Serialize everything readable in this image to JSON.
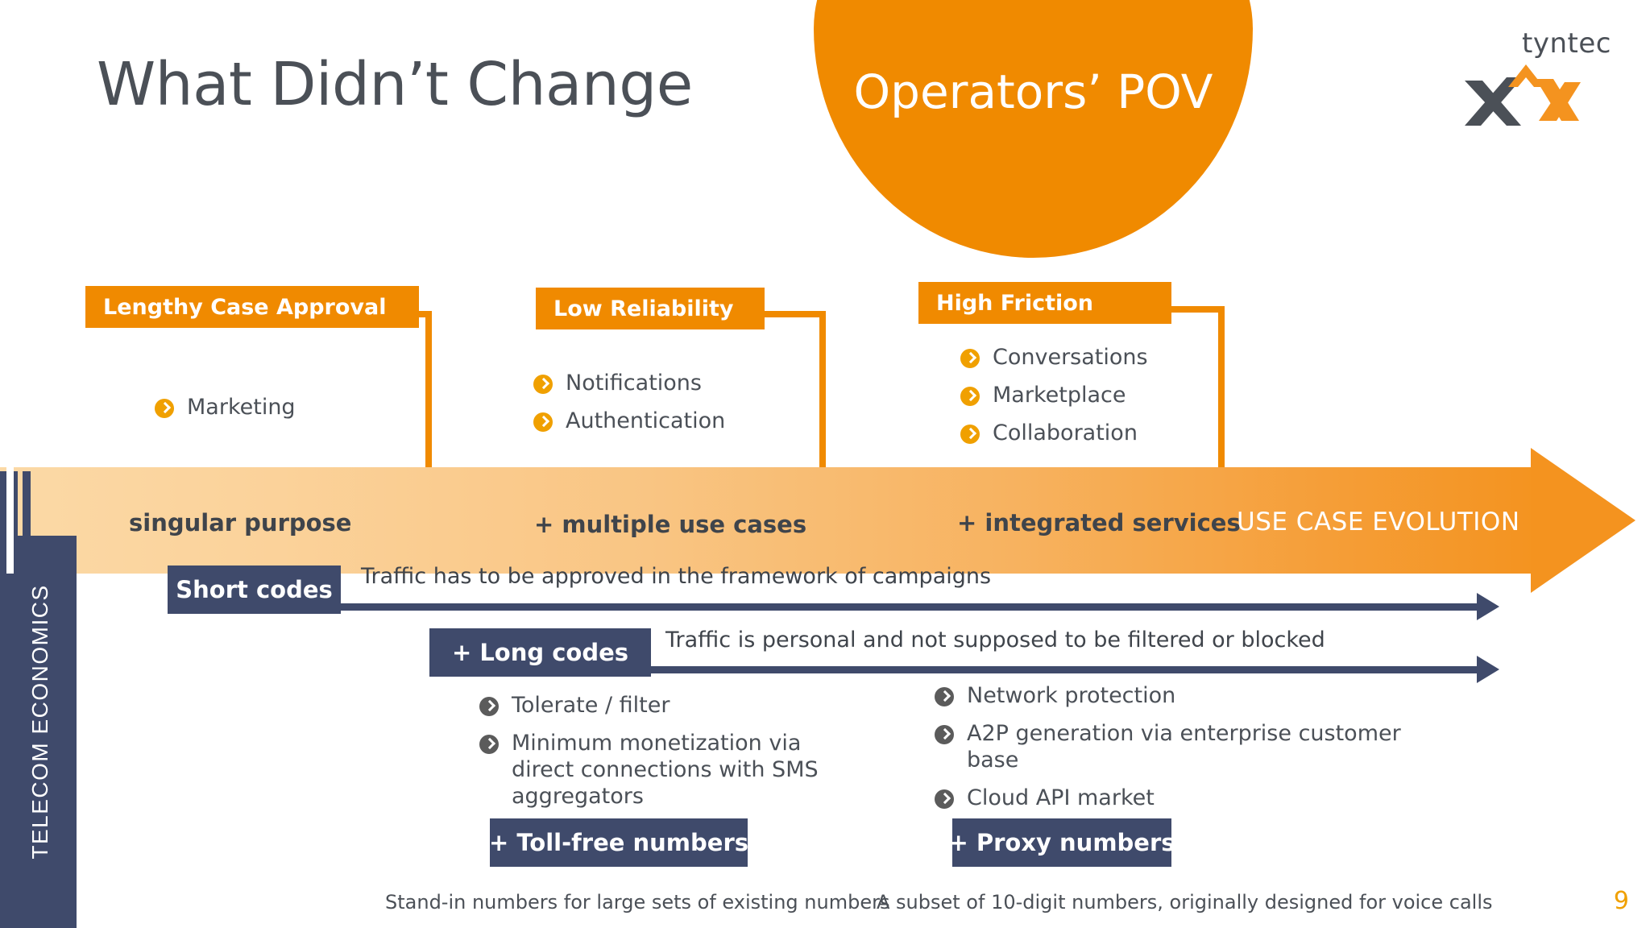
{
  "slide": {
    "title": "What Didn’t Change",
    "page_number": "9",
    "accent_orange": "#F08A00",
    "accent_amber": "#F0A000",
    "navy": "#3F4A6B",
    "text_gray": "#4b5057"
  },
  "callout": {
    "label": "Operators’ POV"
  },
  "logo": {
    "wordmark": "tyntec",
    "mark_icon": "tyntec-x-logo-icon"
  },
  "sidebar": {
    "label": "TELECOM ECONOMICS"
  },
  "top_groups": [
    {
      "header": "Lengthy Case Approval",
      "items": [
        "Marketing"
      ]
    },
    {
      "header": "Low Reliability",
      "items": [
        "Notifications",
        "Authentication"
      ]
    },
    {
      "header": "High Friction",
      "items": [
        "Conversations",
        "Marketplace",
        "Collaboration"
      ]
    }
  ],
  "evolution_arrow": {
    "stages": [
      "singular purpose",
      "+ multiple use cases",
      "+ integrated services"
    ],
    "axis_label": "USE CASE EVOLUTION"
  },
  "tracks": [
    {
      "label": "Short codes",
      "caption": "Traffic has to be approved in the framework of campaigns"
    },
    {
      "label": "+ Long codes",
      "caption": "Traffic is personal and not supposed to be filtered or blocked"
    }
  ],
  "bottom_groups": [
    {
      "items": [
        "Tolerate / filter",
        "Minimum monetization via direct connections with SMS aggregators"
      ],
      "box": "+ Toll-free numbers",
      "caption": "Stand-in numbers for large sets of existing numbers"
    },
    {
      "items": [
        "Network protection",
        "A2P generation via enterprise customer base",
        "Cloud API market"
      ],
      "box": "+ Proxy numbers",
      "caption": "A subset of 10-digit numbers, originally designed for voice calls"
    }
  ]
}
